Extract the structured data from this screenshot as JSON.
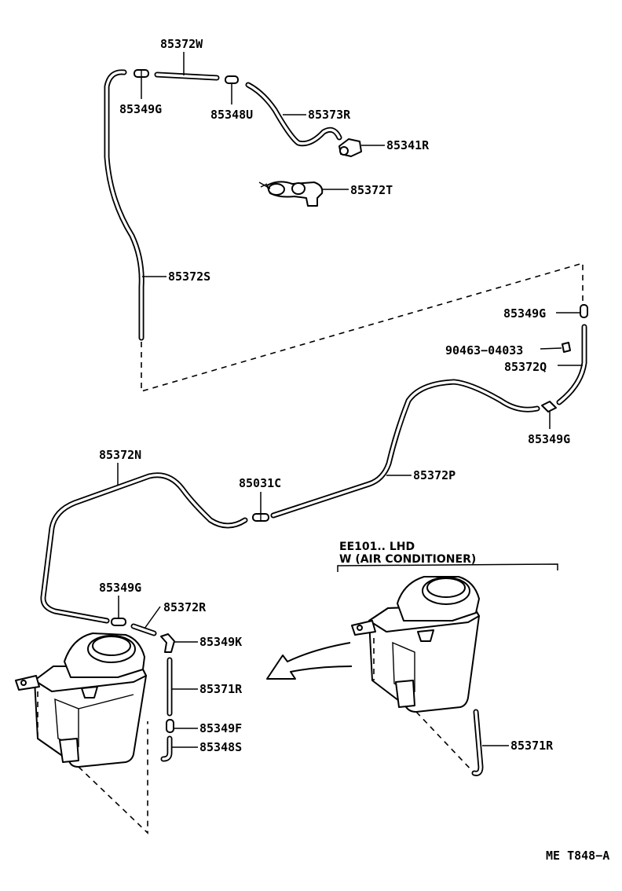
{
  "labels": {
    "p85372W": "85372W",
    "p85349G_a": "85349G",
    "p85348U": "85348U",
    "p85373R": "85373R",
    "p85341R": "85341R",
    "p85372T": "85372T",
    "p85372S": "85372S",
    "p85349G_b": "85349G",
    "p90463": "90463−04033",
    "p85372Q": "85372Q",
    "p85349G_c": "85349G",
    "p85372N": "85372N",
    "p85031C": "85031C",
    "p85372P": "85372P",
    "p85349G_d": "85349G",
    "p85372R": "85372R",
    "p85349K": "85349K",
    "p85371R_a": "85371R",
    "p85349F": "85349F",
    "p85348S": "85348S",
    "p85371R_b": "85371R"
  },
  "variant": {
    "line1": "EE101.. LHD",
    "line2": "W (AIR CONDITIONER)"
  },
  "diagram_code": "ME T848−A"
}
